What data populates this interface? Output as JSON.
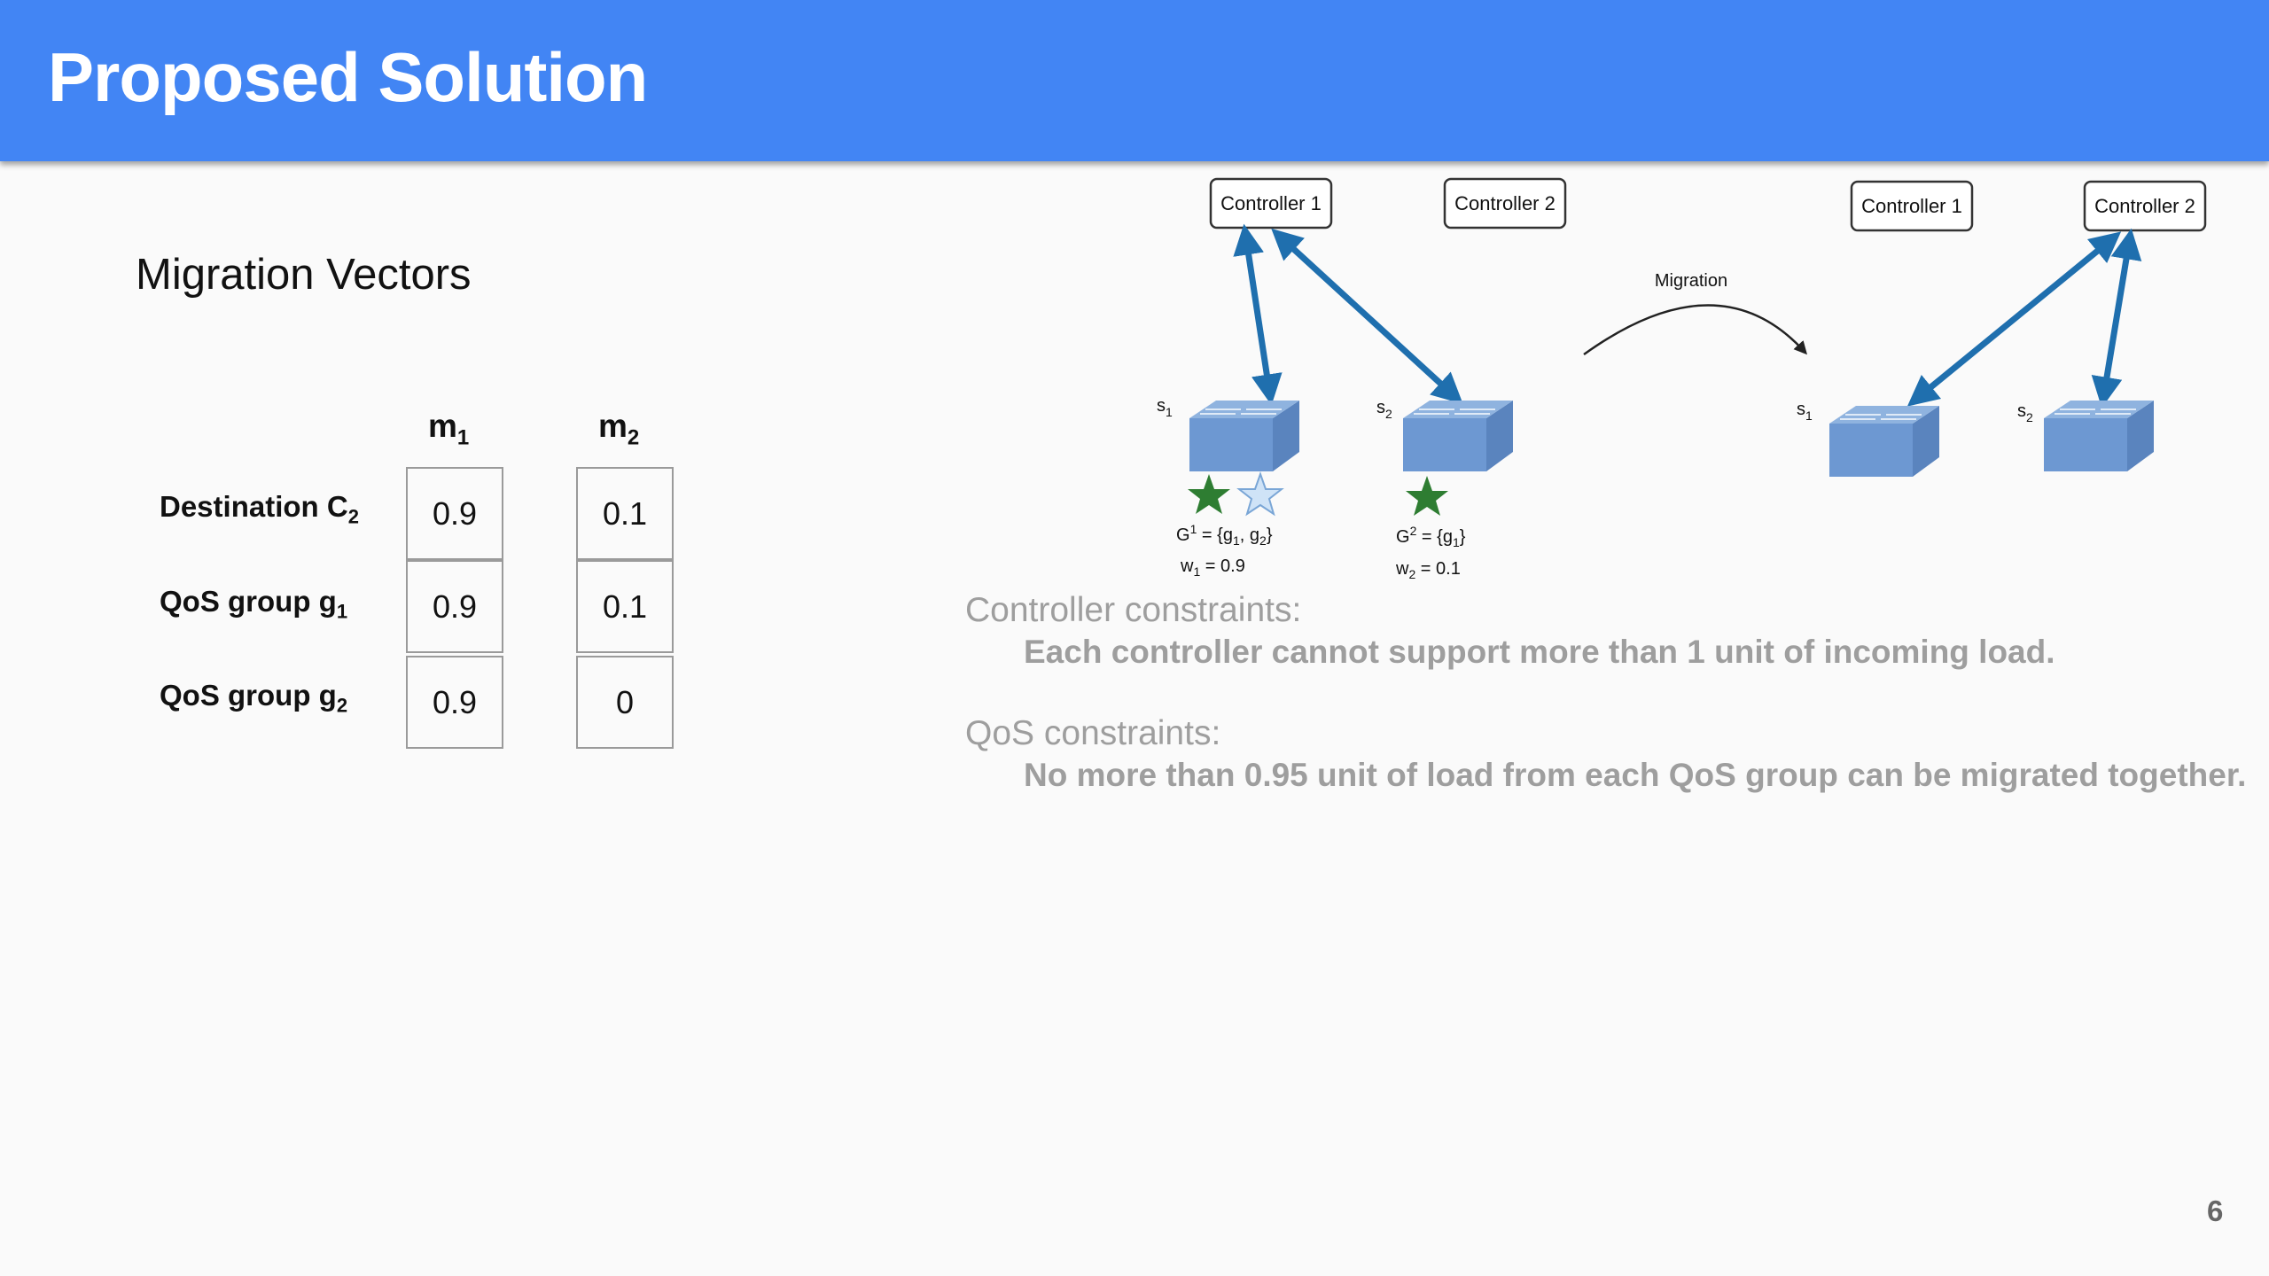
{
  "header": {
    "title": "Proposed Solution"
  },
  "section": {
    "subtitle": "Migration Vectors"
  },
  "table": {
    "columns": [
      {
        "base": "m",
        "sub": "1"
      },
      {
        "base": "m",
        "sub": "2"
      }
    ],
    "rows": [
      {
        "label": "Destination C",
        "sub": "2",
        "values": [
          "0.9",
          "0.1"
        ]
      },
      {
        "label": "QoS group g",
        "sub": "1",
        "values": [
          "0.9",
          "0.1"
        ]
      },
      {
        "label": "QoS group g",
        "sub": "2",
        "values": [
          "0.9",
          "0"
        ]
      }
    ]
  },
  "diagram": {
    "controller1": "Controller 1",
    "controller2": "Controller 2",
    "migration_label": "Migration",
    "switch_s1": {
      "base": "s",
      "sub": "1"
    },
    "switch_s2": {
      "base": "s",
      "sub": "2"
    },
    "g1_set": {
      "prefix": "G",
      "sup": "1",
      "eq": " = {g",
      "s1": "1",
      "mid": ", g",
      "s2": "2",
      "end": "}"
    },
    "w1": {
      "prefix": "w",
      "sub": "1",
      "value": " = 0.9"
    },
    "g2_set": {
      "prefix": "G",
      "sup": "2",
      "eq": " = {g",
      "s1": "1",
      "end": "}"
    },
    "w2": {
      "prefix": "w",
      "sub": "2",
      "value": " = 0.1"
    },
    "colors": {
      "arrow": "#1f6fae",
      "switch_top": "#8fb3df",
      "switch_front": "#6d98d2",
      "switch_side": "#5a84be",
      "star_green": "#2e7d32",
      "star_light": "#cfe3f7"
    }
  },
  "constraints": [
    {
      "title": "Controller constraints:",
      "body": "Each controller cannot support more than 1 unit of incoming load."
    },
    {
      "title": "QoS constraints:",
      "body": "No more than 0.95 unit of load from each QoS group can be migrated together."
    }
  ],
  "page_number": "6"
}
